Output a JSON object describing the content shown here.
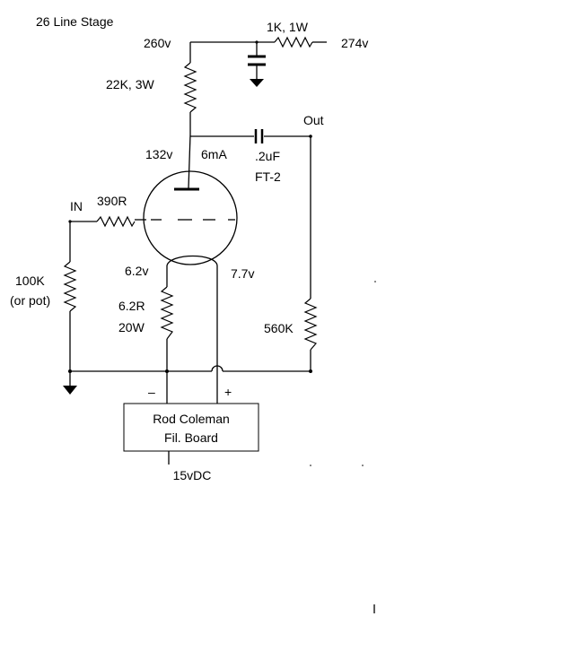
{
  "title": "26 Line Stage",
  "labels": {
    "v260": "260v",
    "r_dropper": "1K, 1W",
    "v274": "274v",
    "r_plate": "22K, 3W",
    "out": "Out",
    "v132": "132v",
    "i6ma": "6mA",
    "cap_value": ".2uF",
    "cap_type": "FT-2",
    "in": "IN",
    "r_grid": "390R",
    "r_input_value": "100K",
    "r_input_note": "(or pot)",
    "v62": "6.2v",
    "v77": "7.7v",
    "r_fil_value": "6.2R",
    "r_fil_power": "20W",
    "r_out": "560K",
    "minus": "–",
    "plus": "+",
    "board_line1": "Rod Coleman",
    "board_line2": "Fil. Board",
    "supply": "15vDC"
  }
}
